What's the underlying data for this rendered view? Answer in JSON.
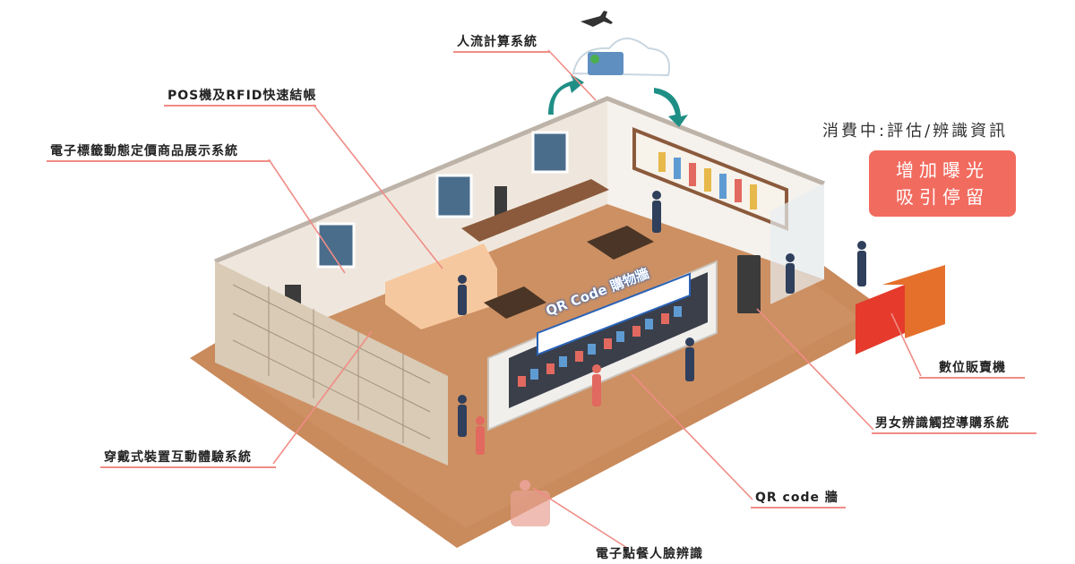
{
  "labels": {
    "people_count": "人流計算系統",
    "pos_rfid": "POS機及RFID快速結帳",
    "esl_pricing": "電子標籤動態定價商品展示系統",
    "wearable": "穿戴式裝置互動體驗系統",
    "vending": "數位販賣機",
    "gender_guide": "男女辨識觸控導購系統",
    "qr_wall": "QR code 牆",
    "face_order": "電子點餐人臉辨識"
  },
  "status_text": "消費中:評估/辨識資訊",
  "badge": {
    "line1": "增加曝光",
    "line2": "吸引停留"
  },
  "signage": {
    "qr_wall_sign": "QR Code 購物牆"
  },
  "colors": {
    "floor": "#c98a5c",
    "wall": "#f2ece4",
    "accent": "#f26b5f",
    "leader": "#f08c86",
    "teal_arrow": "#1f8f86"
  }
}
